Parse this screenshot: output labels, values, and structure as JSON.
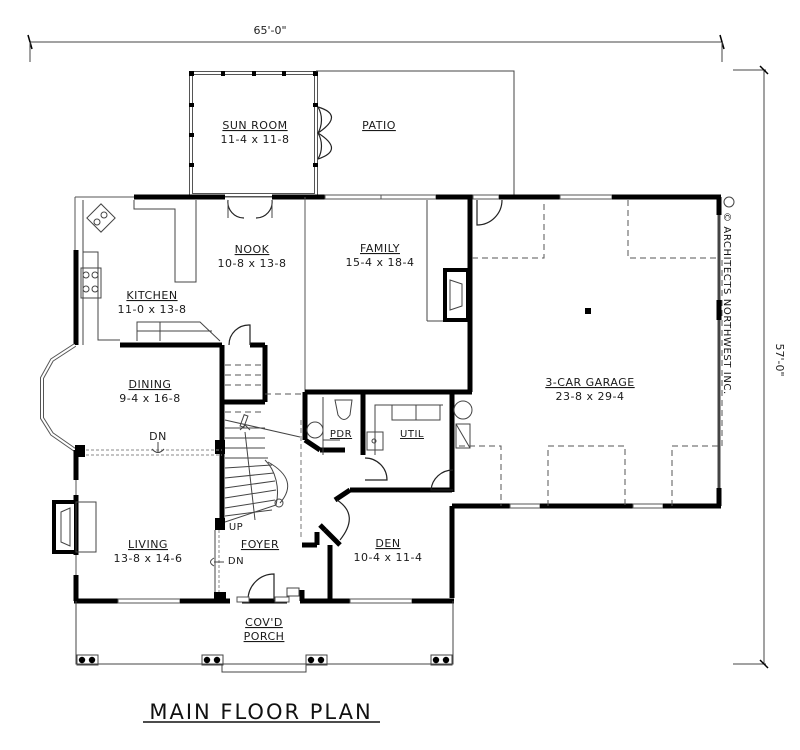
{
  "plan": {
    "title": "MAIN FLOOR PLAN",
    "credit": "© ARCHITECTS NORTHWEST INC.",
    "dimensions": {
      "width": "65'-0\"",
      "depth": "57'-0\""
    }
  },
  "rooms": {
    "sun_room": {
      "name": "SUN ROOM",
      "size": "11-4 x 11-8"
    },
    "patio": {
      "name": "PATIO"
    },
    "nook": {
      "name": "NOOK",
      "size": "10-8 x 13-8"
    },
    "family": {
      "name": "FAMILY",
      "size": "15-4 x 18-4"
    },
    "kitchen": {
      "name": "KITCHEN",
      "size": "11-0 x 13-8"
    },
    "dining": {
      "name": "DINING",
      "size": "9-4 x 16-8"
    },
    "garage": {
      "name": "3-CAR GARAGE",
      "size": "23-8 x 29-4"
    },
    "pdr": {
      "name": "PDR"
    },
    "util": {
      "name": "UTIL"
    },
    "living": {
      "name": "LIVING",
      "size": "13-8 x 14-6"
    },
    "foyer": {
      "name": "FOYER"
    },
    "den": {
      "name": "DEN",
      "size": "10-4 x 11-4"
    },
    "porch": {
      "name_line1": "COV'D",
      "name_line2": "PORCH"
    }
  },
  "annotations": {
    "stair_up": "UP",
    "dn_dining": "DN",
    "dn_living": "DN"
  }
}
